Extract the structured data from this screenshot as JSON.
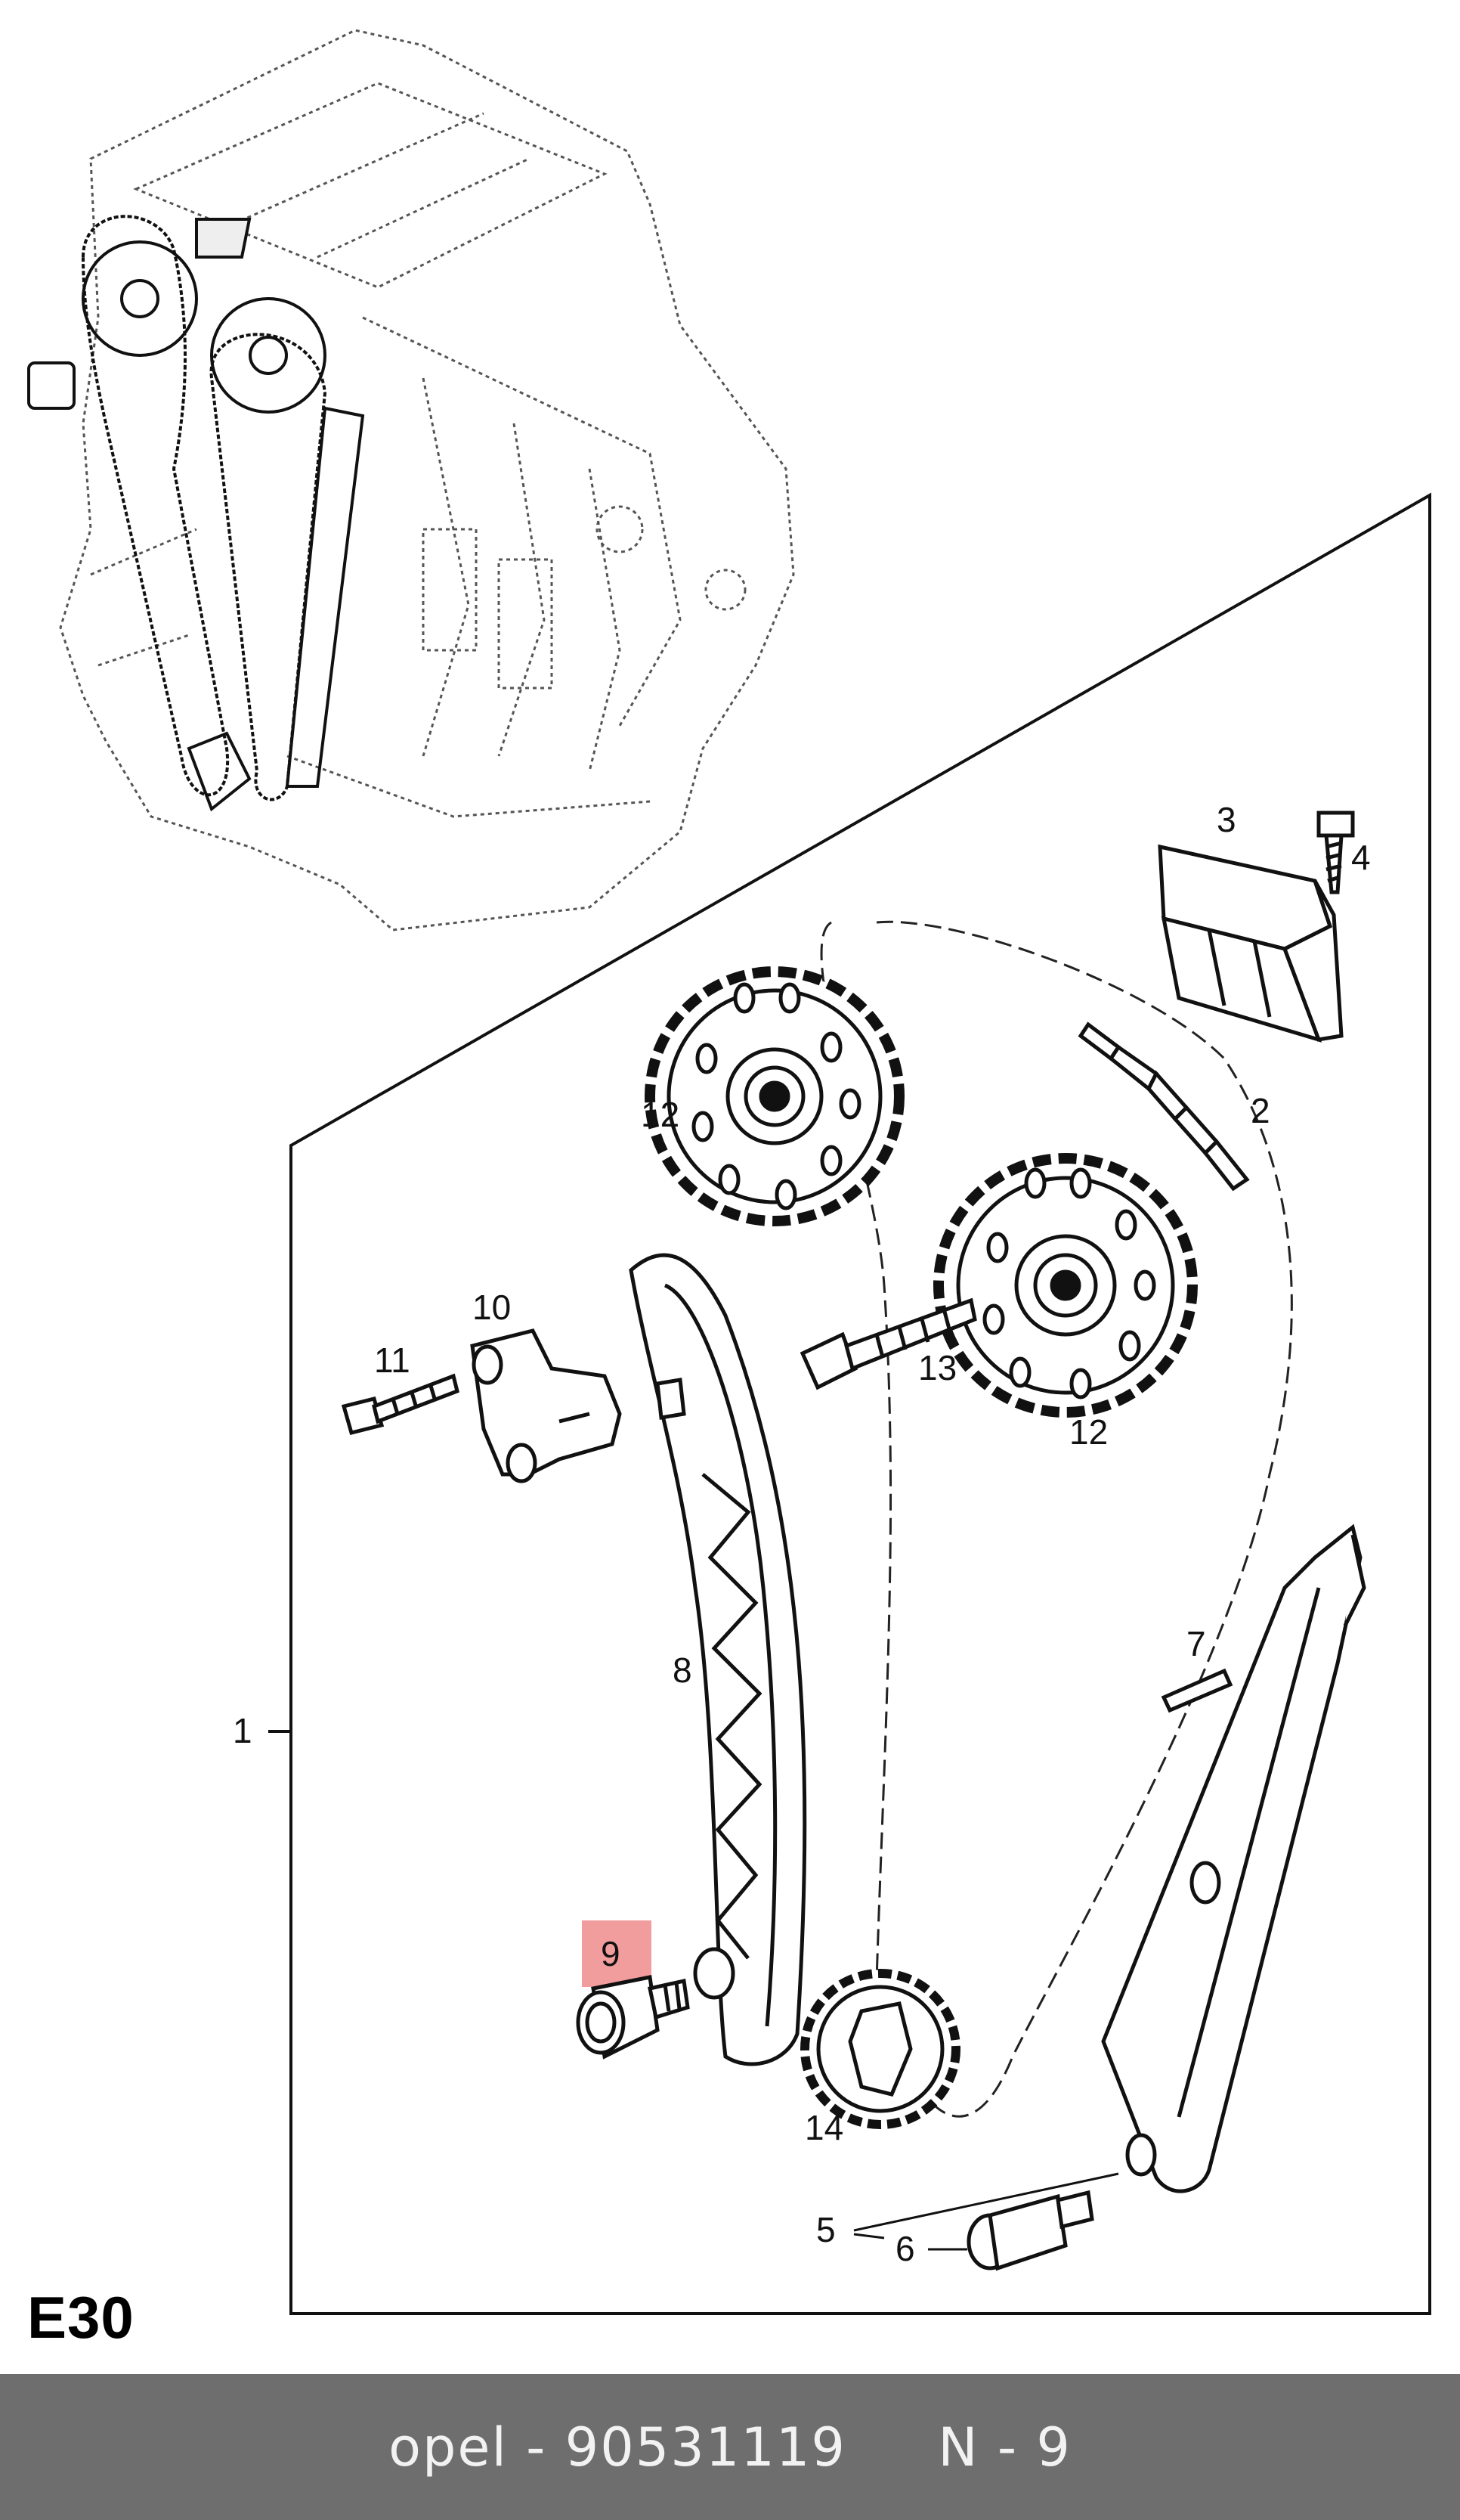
{
  "diagram": {
    "page_code": "E30",
    "highlight_color": "#f08c8c",
    "highlighted_part": "9",
    "labels": {
      "p1": "1",
      "p2": "2",
      "p3": "3",
      "p4": "4",
      "p5": "5",
      "p6": "6",
      "p7": "7",
      "p8": "8",
      "p9": "9",
      "p10": "10",
      "p11": "11",
      "p12a": "12",
      "p12b": "12",
      "p13": "13",
      "p14": "14"
    }
  },
  "footer": {
    "text": "opel - 90531119     N - 9",
    "background": "#6e6e6e"
  }
}
